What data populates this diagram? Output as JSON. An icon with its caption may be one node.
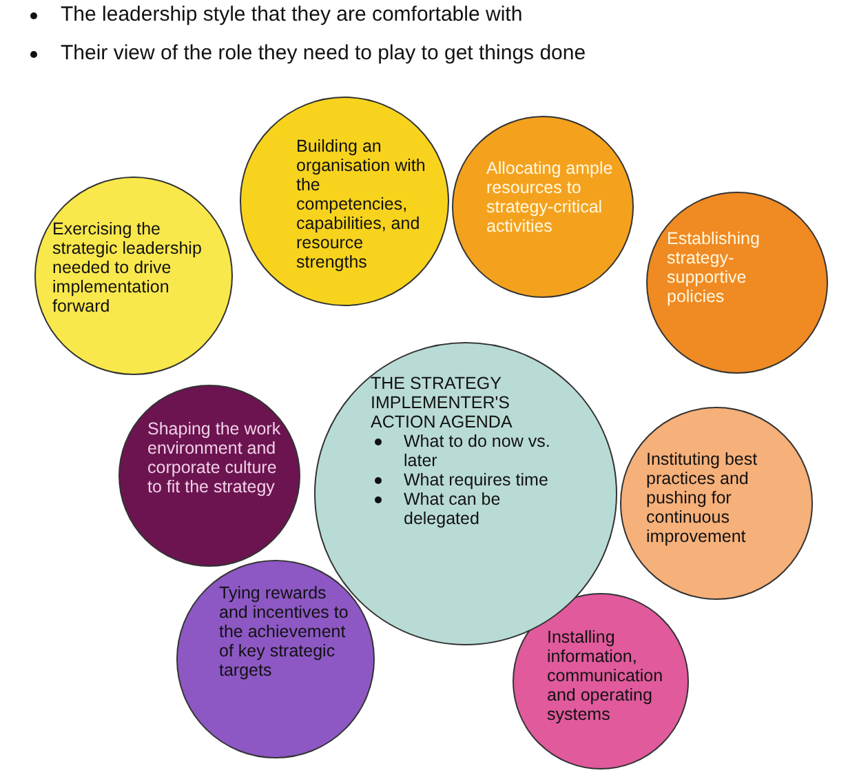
{
  "diagram": {
    "nodes": [
      {
        "text": [
          "Building an organisation with the competencies, capabilities, and resource strengths"
        ]
      },
      {
        "text": [
          "Allocating ample resources to strategy-critical activities"
        ]
      },
      {
        "text": [
          "Exercising the strategic leadership needed to drive implementation forward"
        ]
      },
      {
        "text": [
          "Establishing strategy-supportive policies"
        ]
      },
      {
        "text": [
          "Shaping the work environment and corporate culture to fit the strategy"
        ]
      },
      {
        "text": [
          "THE STRATEGY IMPLEMENTER'S ACTION AGENDA",
          "What to do now vs. later",
          "What requires time",
          "What can be delegated"
        ]
      },
      {
        "text": [
          "Instituting best practices and pushing for continuous improvement"
        ]
      },
      {
        "text": [
          "Tying rewards and incentives to the achievement of key strategic targets"
        ]
      },
      {
        "text": [
          "Installing information, communication and operating systems"
        ]
      }
    ],
    "labels": [
      "The leadership style that they are comfortable with",
      "Their view of the role they need to play to get things done"
    ]
  }
}
